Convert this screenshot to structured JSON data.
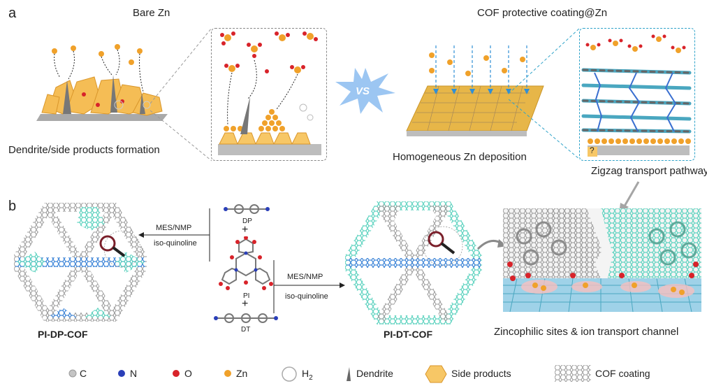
{
  "panel_a": {
    "letter": "a",
    "bare_title": "Bare Zn",
    "bare_caption": "Dendrite/side products  formation",
    "cof_title": "COF protective coating@Zn",
    "cof_caption": "Homogeneous Zn deposition",
    "vs": "VS",
    "zigzag_caption": "Zigzag transport pathway",
    "question_mark": "?"
  },
  "panel_b": {
    "letter": "b",
    "cof_left": "PI-DP-COF",
    "cof_right": "PI-DT-COF",
    "monomer_dp": "DP",
    "monomer_pi": "PI",
    "monomer_dt": "DT",
    "plus": "+",
    "cond_left_1": "MES/NMP",
    "cond_left_2": "iso-quinoline",
    "cond_right_1": "MES/NMP",
    "cond_right_2": "iso-quinoline",
    "channel_caption": "Zincophilic sites & ion transport channel"
  },
  "legend": {
    "c": "C",
    "n": "N",
    "o": "O",
    "zn": "Zn",
    "h2": "H",
    "h2_sub": "2",
    "dendrite": "Dendrite",
    "side_products": "Side products",
    "cof_coating": "COF coating"
  },
  "colors": {
    "zn": "#f0a12a",
    "side_product": "#f7c766",
    "oxygen": "#d8232a",
    "nitrogen": "#2a3fb8",
    "carbon": "#b8b8b8",
    "cof_teal": "#5fd3c0",
    "cof_blue": "#3f86d8",
    "substrate": "#bdbdbd",
    "vs_star": "#9cc6f2"
  }
}
